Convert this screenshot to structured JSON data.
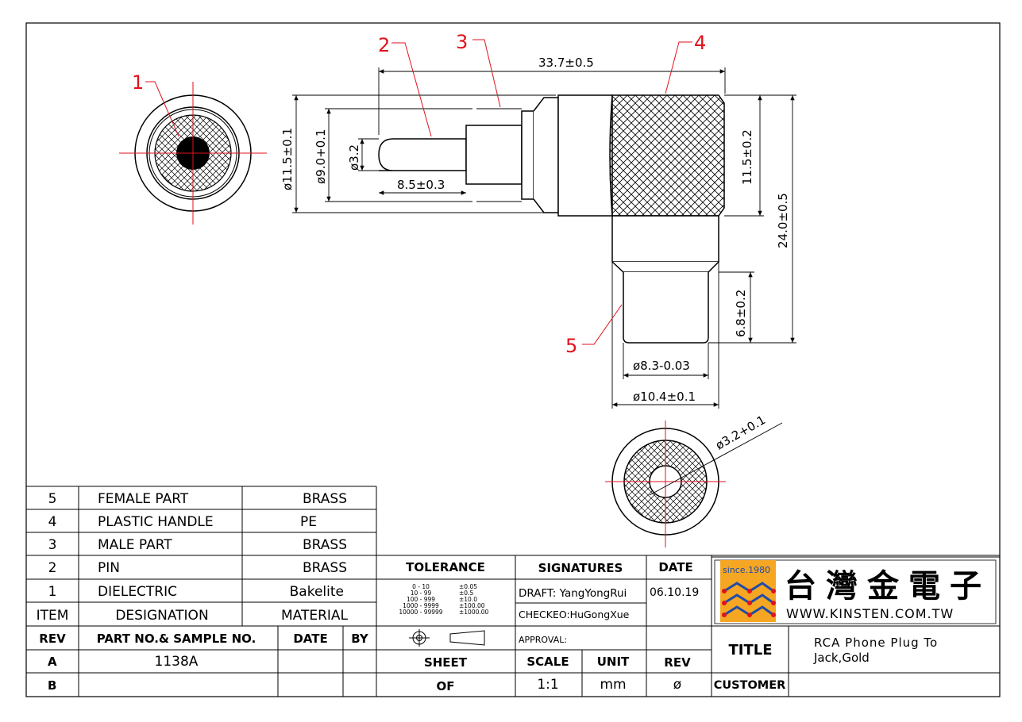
{
  "callouts": [
    "1",
    "2",
    "3",
    "4",
    "5"
  ],
  "dimensions": {
    "overall_length": "33.7±0.5",
    "dia_body": "ø11.5±0.1",
    "dia_insulator": "ø9.0+0.1",
    "dia_pin": "ø3.2",
    "pin_length": "8.5±0.3",
    "handle_dia": "11.5±0.2",
    "overall_height": "24.0±0.5",
    "female_length": "6.8±0.2",
    "female_inner_dia": "ø8.3-0.03",
    "female_outer_dia": "ø10.4±0.1",
    "socket_dia": "ø3.2+0.1"
  },
  "parts_table": {
    "rows": [
      {
        "item": "5",
        "designation": "FEMALE PART",
        "material": "BRASS"
      },
      {
        "item": "4",
        "designation": "PLASTIC HANDLE",
        "material": "PE"
      },
      {
        "item": "3",
        "designation": "MALE PART",
        "material": "BRASS"
      },
      {
        "item": "2",
        "designation": "PIN",
        "material": "BRASS"
      },
      {
        "item": "1",
        "designation": "DIELECTRIC",
        "material": "Bakelite"
      }
    ],
    "header": {
      "item": "ITEM",
      "designation": "DESIGNATION",
      "material": "MATERIAL"
    }
  },
  "revision_table": {
    "header": {
      "rev": "REV",
      "part": "PART NO.& SAMPLE NO.",
      "date": "DATE",
      "by": "BY"
    },
    "rows": [
      {
        "rev": "A",
        "part": "1138A",
        "date": "",
        "by": ""
      },
      {
        "rev": "B",
        "part": "",
        "date": "",
        "by": ""
      }
    ]
  },
  "tolerance": {
    "title": "TOLERANCE",
    "rows": [
      {
        "range": "0 - 10",
        "tol": "±0.05"
      },
      {
        "range": "10 - 99",
        "tol": "±0.5"
      },
      {
        "range": "100 - 999",
        "tol": "±10.0"
      },
      {
        "range": "1000 - 9999",
        "tol": "±100.00"
      },
      {
        "range": "10000 - 99999",
        "tol": "±1000.00"
      }
    ]
  },
  "signatures": {
    "title": "SIGNATURES",
    "date_title": "DATE",
    "draft": "DRAFT: YangYongRui",
    "draft_date": "06.10.19",
    "checked": "CHECKEO:HuGongXue",
    "approval": "APPROVAL:"
  },
  "sheet": {
    "sheet": "SHEET",
    "of": "OF",
    "scale_label": "SCALE",
    "unit_label": "UNIT",
    "rev_label": "REV",
    "scale": "1:1",
    "unit": "mm",
    "rev": "ø"
  },
  "company": {
    "since": "since.1980",
    "name": "台灣金電子",
    "url": "WWW.KINSTEN.COM.TW"
  },
  "title_block": {
    "title_label": "TITLE",
    "title_line1": "RCA Phone Plug To",
    "title_line2": "Jack,Gold",
    "customer_label": "CUSTOMER",
    "customer": ""
  },
  "colors": {
    "line": "#000000",
    "callout": "#e0121e",
    "logo_bg": "#f5a623",
    "logo_blue": "#1e4ba8"
  }
}
